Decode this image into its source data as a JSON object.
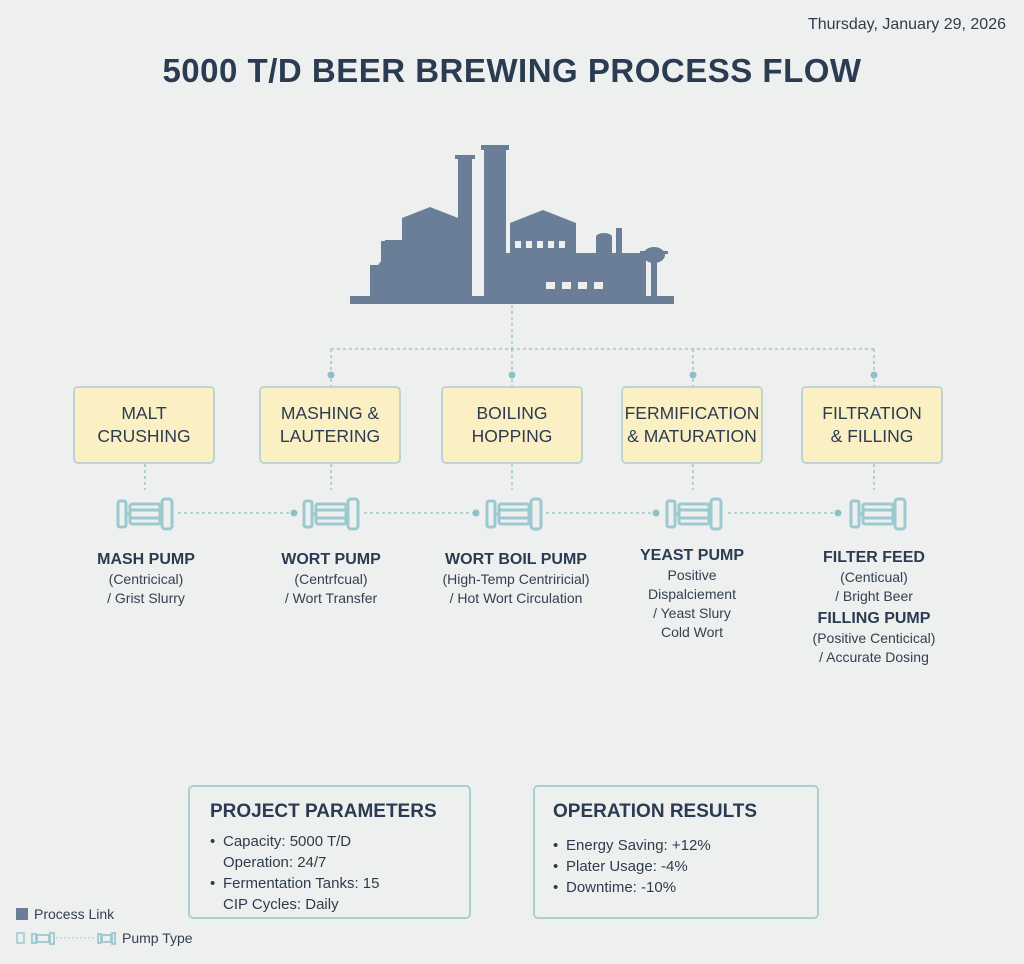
{
  "header": {
    "date": "Thursday, January 29, 2026",
    "title": "5000 T/D BEER BREWING PROCESS FLOW"
  },
  "colors": {
    "factory": "#6a7f97",
    "stage_fill": "#fbf0c4",
    "stage_border": "#bfd3d5",
    "pump": "#9cc8cf",
    "connector": "#8fc0c6"
  },
  "icons": {
    "factory": "factory-silhouette-icon",
    "pump": "pump-icon"
  },
  "stages": [
    {
      "line1": "MALT",
      "line2": "CRUSHING"
    },
    {
      "line1": "MASHING &",
      "line2": "LAUTERING"
    },
    {
      "line1": "BOILING",
      "line2": "HOPPING"
    },
    {
      "line1": "FERMIFICATION",
      "line2": "& MATURATION"
    },
    {
      "line1": "FILTRATION",
      "line2": "& FILLING"
    }
  ],
  "pumps": [
    {
      "name": "MASH PUMP",
      "lines": [
        "(Centricical)",
        "/ Grist Slurry"
      ]
    },
    {
      "name": "WORT PUMP",
      "lines": [
        "(Centrfcual)",
        "/ Wort Transfer"
      ]
    },
    {
      "name": "WORT BOIL PUMP",
      "lines": [
        "(High-Temp Centriricial)",
        "/ Hot Wort Circulation"
      ]
    },
    {
      "name": "YEAST PUMP",
      "lines": [
        "Positive",
        "Dispalciement",
        "/ Yeast Slury",
        "Cold Wort"
      ]
    },
    {
      "name": "FILTER FEED",
      "lines": [
        "(Centicual)",
        "/ Bright Beer"
      ],
      "name2": "FILLING PUMP",
      "lines2": [
        "(Positive Centicical)",
        "/ Accurate Dosing"
      ]
    }
  ],
  "project_parameters": {
    "title": "PROJECT PARAMETERS",
    "items": [
      {
        "text": "Capacity: 5000 T/D",
        "bullet": true
      },
      {
        "text": "Operation: 24/7",
        "bullet": false
      },
      {
        "text": "Fermentation Tanks: 15",
        "bullet": true
      },
      {
        "text": "CIP Cycles: Daily",
        "bullet": false
      }
    ]
  },
  "operation_results": {
    "title": "OPERATION RESULTS",
    "items": [
      {
        "text": "Energy Saving: +12%",
        "bullet": true
      },
      {
        "text": "Plater Usage: -4%",
        "bullet": true
      },
      {
        "text": "Downtime: -10%",
        "bullet": true
      }
    ]
  },
  "legend": {
    "process_link": "Process Link",
    "pump_type": "Pump Type"
  }
}
